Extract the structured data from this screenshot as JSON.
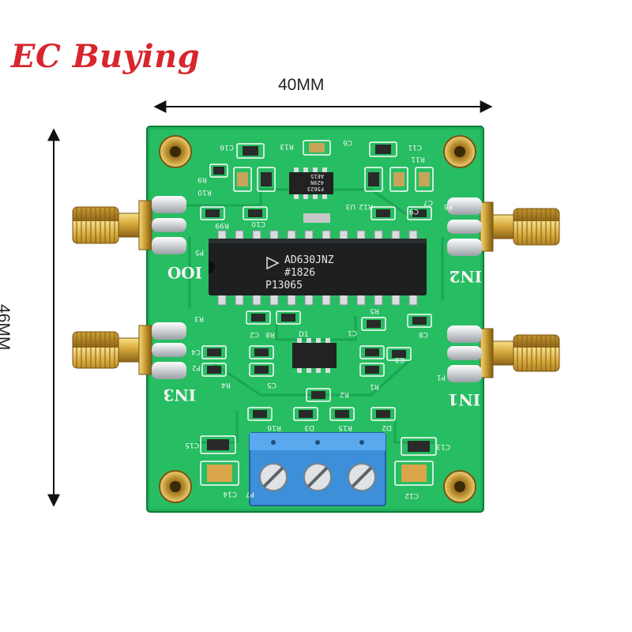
{
  "brand": {
    "logo_text": "EC Buying",
    "color": "#d7262d"
  },
  "dimensions": {
    "width_label": "40MM",
    "height_label": "46MM"
  },
  "board": {
    "color": "#1fb157",
    "ic_main": {
      "line1": "AD630JNZ",
      "line2": "#1826",
      "line3": "P13065"
    },
    "ic_small_top": {
      "line1": "F5623",
      "line2": "429N",
      "line3": "AE15"
    },
    "ports": {
      "top_left": "IOO",
      "top_right": "IN2",
      "bottom_left": "IN3",
      "bottom_right": "IN1"
    },
    "labels": {
      "c16": "C16",
      "r13": "R13",
      "c6": "C6",
      "c11": "C11",
      "r9": "R9",
      "r11": "R11",
      "c7": "C7",
      "u3": "U3",
      "r12": "R12",
      "r10": "R10",
      "c10": "C10",
      "c9": "C9",
      "p5": "P5",
      "p6": "P6",
      "r3": "R3",
      "c2": "C2",
      "r8": "R8",
      "d1": "D1",
      "c1": "C1",
      "r5": "R5",
      "c8": "C8",
      "c4": "C4",
      "p2": "P2",
      "r4": "R4",
      "c5": "C5",
      "r2": "R2",
      "r1": "R1",
      "c3": "C3",
      "p1": "P1",
      "r16": "R16",
      "d3": "D3",
      "r15": "R15",
      "d2": "D2",
      "c15": "C15",
      "c13": "C13",
      "c14": "C14",
      "c12": "C12",
      "p7": "P7",
      "r99": "R99"
    }
  }
}
